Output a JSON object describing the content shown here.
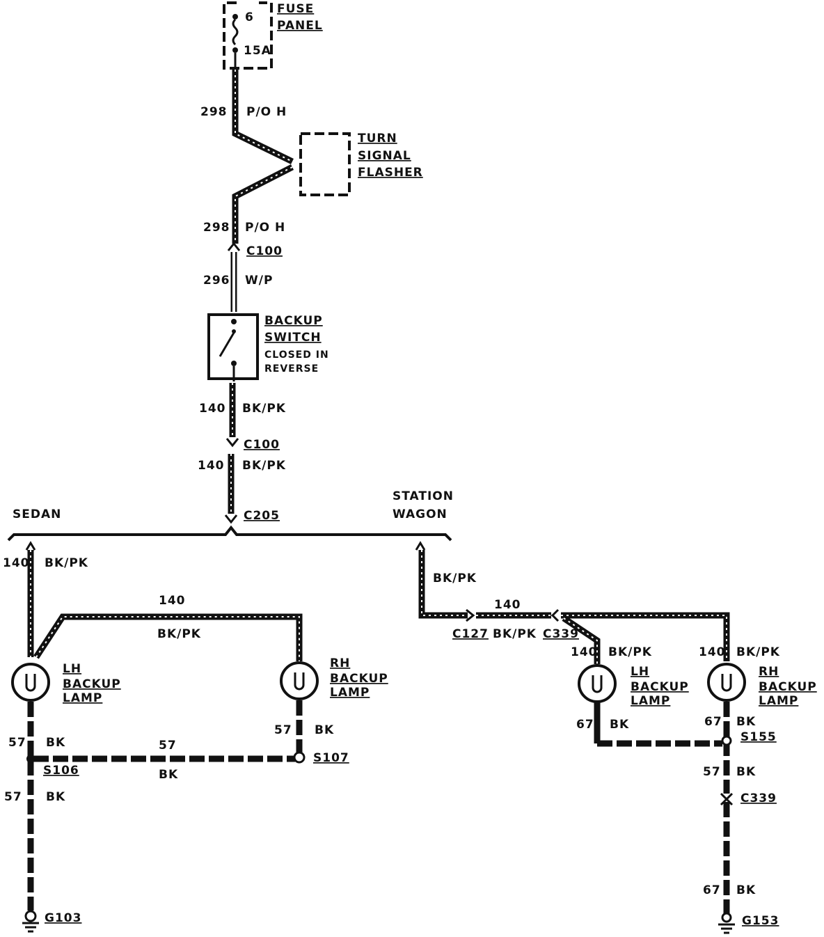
{
  "labels": {
    "fuse_num": "6",
    "fuse_amp": "15A",
    "fuse_panel_1": "FUSE",
    "fuse_panel_2": "PANEL",
    "w298_a": "298",
    "poh_a": "P/O H",
    "flasher_1": "TURN",
    "flasher_2": "SIGNAL",
    "flasher_3": "FLASHER",
    "w298_b": "298",
    "poh_b": "P/O H",
    "c100_a": "C100",
    "w296": "296",
    "wp": "W/P",
    "backup_1": "BACKUP",
    "backup_2": "SWITCH",
    "backup_3": "CLOSED IN",
    "backup_4": "REVERSE",
    "w140_a": "140",
    "bkpk_a": "BK/PK",
    "c100_b": "C100",
    "w140_b": "140",
    "bkpk_b": "BK/PK",
    "sedan": "SEDAN",
    "station_1": "STATION",
    "station_2": "WAGON",
    "c205": "C205",
    "s_140_left": "140",
    "s_bkpk_left": "BK/PK",
    "s_140_top": "140",
    "s_bkpk_top": "BK/PK",
    "s_lh_1": "LH",
    "s_lh_2": "BACKUP",
    "s_lh_3": "LAMP",
    "s_rh_1": "RH",
    "s_rh_2": "BACKUP",
    "s_rh_3": "LAMP",
    "s_57_a": "57",
    "s_bk_a": "BK",
    "s_57_b": "57",
    "s_bk_b": "BK",
    "s_57_rh": "57",
    "s_bk_rh": "BK",
    "s_s106": "S106",
    "s_s107": "S107",
    "s_57_c": "57",
    "s_bk_c": "BK",
    "s_g103": "G103",
    "w_bkpk_top": "BK/PK",
    "w_140_mid": "140",
    "w_c127": "C127",
    "w_bkpk_mid": "BK/PK",
    "w_c339_a": "C339",
    "w_140_lh": "140",
    "w_bkpk_lh": "BK/PK",
    "w_140_rh": "140",
    "w_bkpk_rh": "BK/PK",
    "w_lh_1": "LH",
    "w_lh_2": "BACKUP",
    "w_lh_3": "LAMP",
    "w_rh_1": "RH",
    "w_rh_2": "BACKUP",
    "w_rh_3": "LAMP",
    "w_67_lh": "67",
    "w_bk_lh": "BK",
    "w_67_rh": "67",
    "w_bk_rh": "BK",
    "w_s155": "S155",
    "w_57": "57",
    "w_bk_57": "BK",
    "w_c339_b": "C339",
    "w_67_g": "67",
    "w_bk_g": "BK",
    "w_g153": "G153"
  }
}
